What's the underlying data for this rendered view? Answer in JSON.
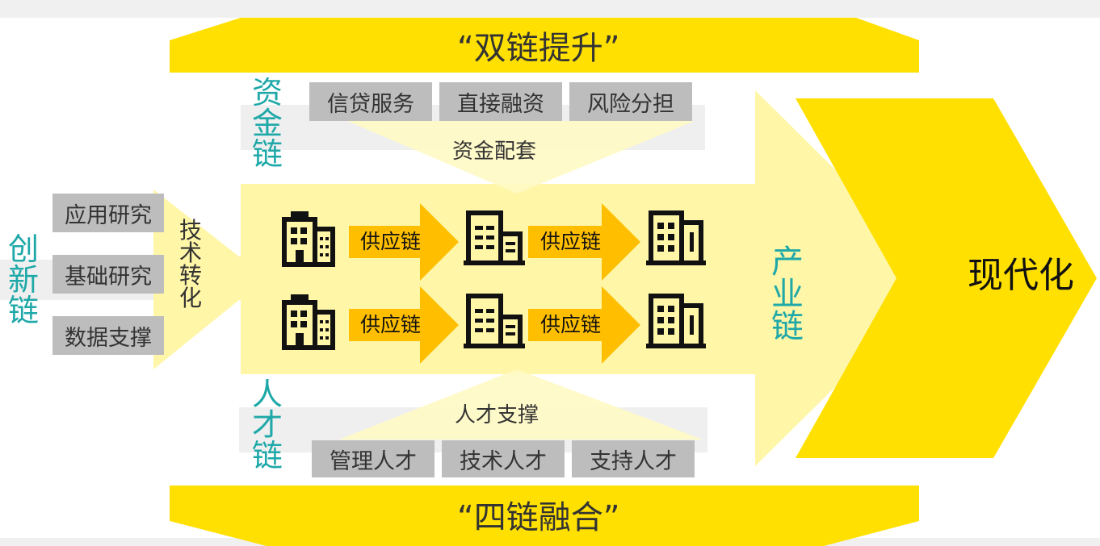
{
  "top_banner": "“双链提升”",
  "bottom_banner": "“四链融合”",
  "capital_chain": {
    "title": "资金链",
    "items": [
      "信贷服务",
      "直接融资",
      "风险分担"
    ],
    "support_label": "资金配套"
  },
  "talent_chain": {
    "title": "人才链",
    "items": [
      "管理人才",
      "技术人才",
      "支持人才"
    ],
    "support_label": "人才支撑"
  },
  "innovation_chain": {
    "title": "创新链",
    "items": [
      "应用研究",
      "基础研究",
      "数据支撑"
    ],
    "transfer_label": "技术转化"
  },
  "industry_chain": {
    "title": "产业链",
    "supply_label": "供应链"
  },
  "outcome": "现代化",
  "colors": {
    "banner_yellow": "#ffe000",
    "arrow_light": "#fff6a8",
    "arrow_fan": "#fff9c4",
    "supply_arrow": "#ffbf00",
    "outcome_chevron": "#ffe000",
    "box_gray": "#bdbdbd",
    "teal": "#1fa8a8"
  },
  "icons": [
    "building-small-icon",
    "building-medium-icon",
    "building-large-icon"
  ]
}
